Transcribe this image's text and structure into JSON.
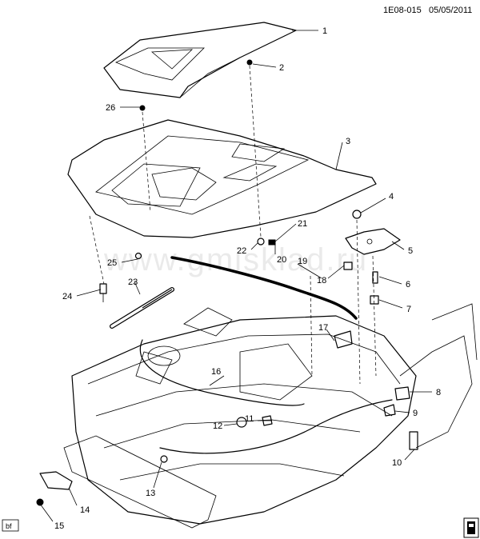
{
  "header": {
    "doc_id": "1E08-015",
    "date": "05/05/2011"
  },
  "footer": {
    "tag": "bf"
  },
  "watermark": {
    "text": "www.gmisklad.ru"
  },
  "callouts": [
    "1",
    "2",
    "3",
    "4",
    "5",
    "6",
    "7",
    "8",
    "9",
    "10",
    "11",
    "12",
    "13",
    "14",
    "15",
    "16",
    "17",
    "18",
    "19",
    "20",
    "21",
    "22",
    "23",
    "24",
    "25",
    "26"
  ]
}
